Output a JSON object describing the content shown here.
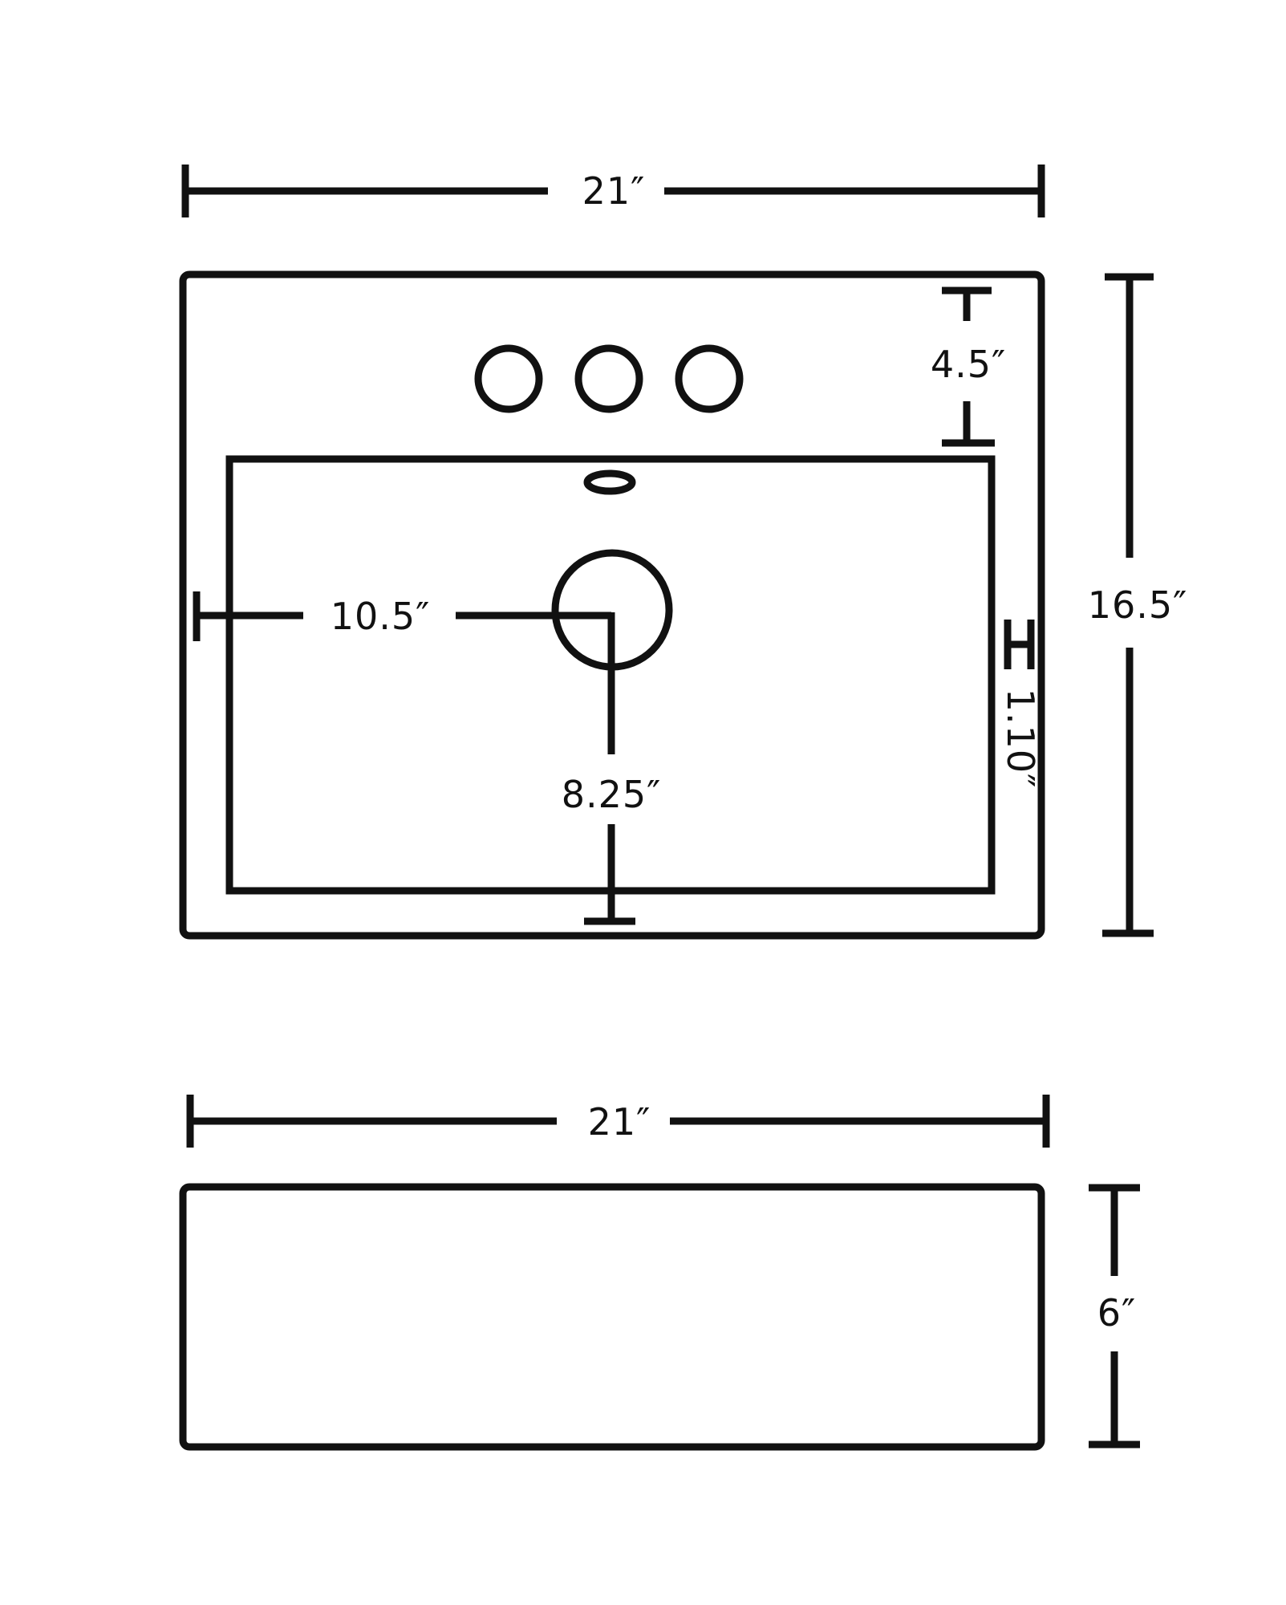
{
  "colors": {
    "line": "#111111",
    "background": "#ffffff"
  },
  "top_view": {
    "width_label": "21″",
    "height_label": "16.5″",
    "faucet_setback_label": "4.5″",
    "drain_from_side_label": "10.5″",
    "drain_from_front_label": "8.25″",
    "rim_width_label": "1.10″",
    "faucet_holes": 3
  },
  "side_view": {
    "width_label": "21″",
    "depth_label": "6″"
  }
}
